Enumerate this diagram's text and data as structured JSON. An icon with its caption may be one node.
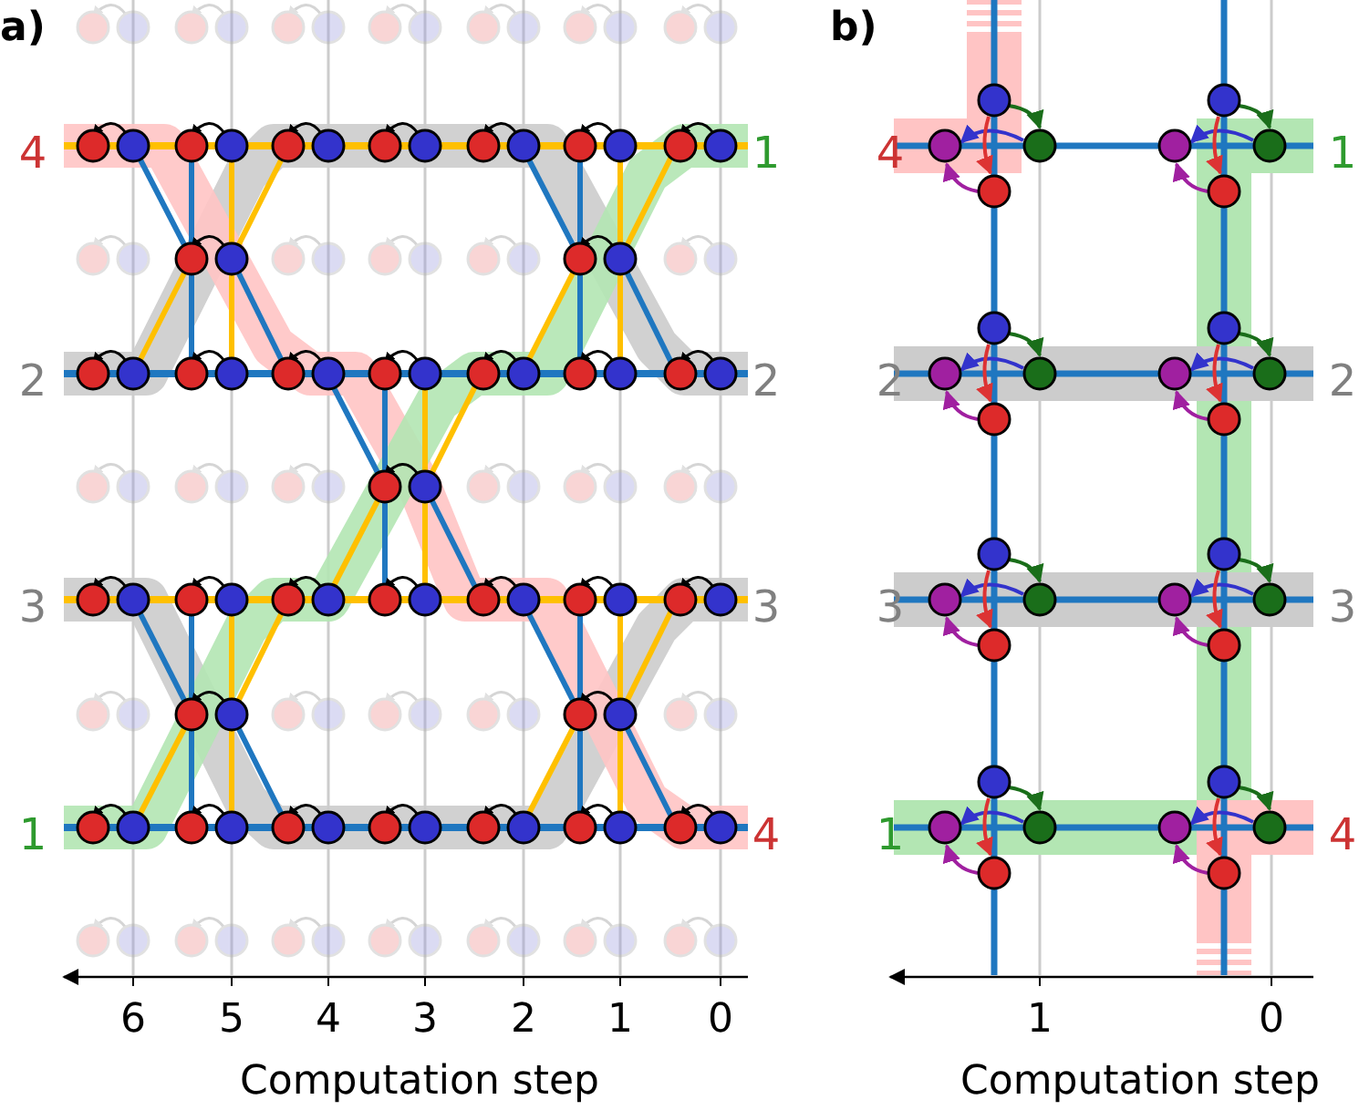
{
  "diagram": {
    "labels": [
      "a)",
      "b)",
      "4",
      "1",
      "4",
      "1",
      "2",
      "2",
      "2",
      "2",
      "3",
      "3",
      "3",
      "3",
      "1",
      "4",
      "1",
      "4",
      "6",
      "5",
      "4",
      "3",
      "2",
      "1",
      "0",
      "Computation step",
      "1",
      "0",
      "Computation step"
    ]
  }
}
